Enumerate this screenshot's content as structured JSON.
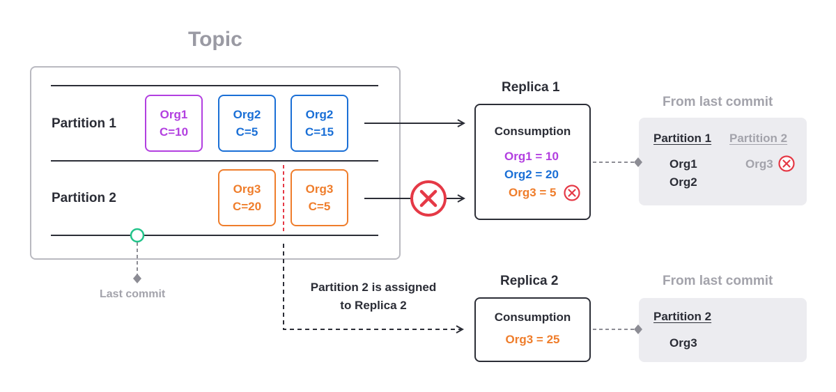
{
  "topic": {
    "title": "Topic",
    "partition1_label": "Partition 1",
    "partition2_label": "Partition 2",
    "last_commit_label": "Last commit",
    "messages": [
      {
        "org": "Org1",
        "count": "C=10",
        "color": "#b23fe0"
      },
      {
        "org": "Org2",
        "count": "C=5",
        "color": "#1a6fd6"
      },
      {
        "org": "Org2",
        "count": "C=15",
        "color": "#1a6fd6"
      },
      {
        "org": "Org3",
        "count": "C=20",
        "color": "#ef7d2b"
      },
      {
        "org": "Org3",
        "count": "C=5",
        "color": "#ef7d2b"
      }
    ]
  },
  "replica1": {
    "title": "Replica 1",
    "consumption_label": "Consumption",
    "values": [
      "Org1 = 10",
      "Org2 = 20",
      "Org3 = 5"
    ],
    "commit": {
      "title": "From last commit",
      "col1_head": "Partition 1",
      "col2_head": "Partition 2",
      "col1_items": [
        "Org1",
        "Org2"
      ],
      "col2_items": [
        "Org3"
      ]
    }
  },
  "replica2": {
    "title": "Replica 2",
    "consumption_label": "Consumption",
    "values": [
      "Org3 = 25"
    ],
    "commit": {
      "title": "From last commit",
      "col1_head": "Partition 2",
      "col1_items": [
        "Org3"
      ]
    }
  },
  "reassign_note": {
    "line1": "Partition 2 is assigned",
    "line2": "to Replica 2"
  },
  "colors": {
    "org1": "#b23fe0",
    "org2": "#1a6fd6",
    "org3": "#ef7d2b",
    "error": "#e53946",
    "commit_marker": "#22c48a"
  },
  "icons": {
    "failed": "x-circle-icon",
    "commit_marker": "circle-marker-icon"
  }
}
